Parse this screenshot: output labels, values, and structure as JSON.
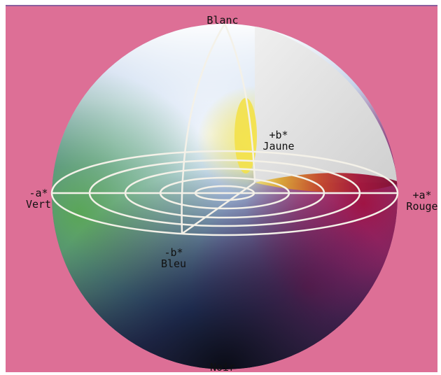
{
  "diagram": {
    "colors": {
      "background": "#dd6f96",
      "border": "#8a5f9e",
      "white": "#ffffff",
      "green": "#5aa852",
      "blue": "#2b4f9e",
      "yellow": "#f3e14a",
      "red": "#a80f3a",
      "magenta": "#a01a68",
      "black": "#1a1a2e"
    },
    "labels": {
      "top": "Blanc",
      "bottom": "Noir",
      "left_axis": "-a*",
      "left_name": "Vert",
      "right_axis": "+a*",
      "right_name": "Rouge",
      "front_axis": "-b*",
      "front_name": "Bleu",
      "back_axis": "+b*",
      "back_name": "Jaune"
    }
  }
}
